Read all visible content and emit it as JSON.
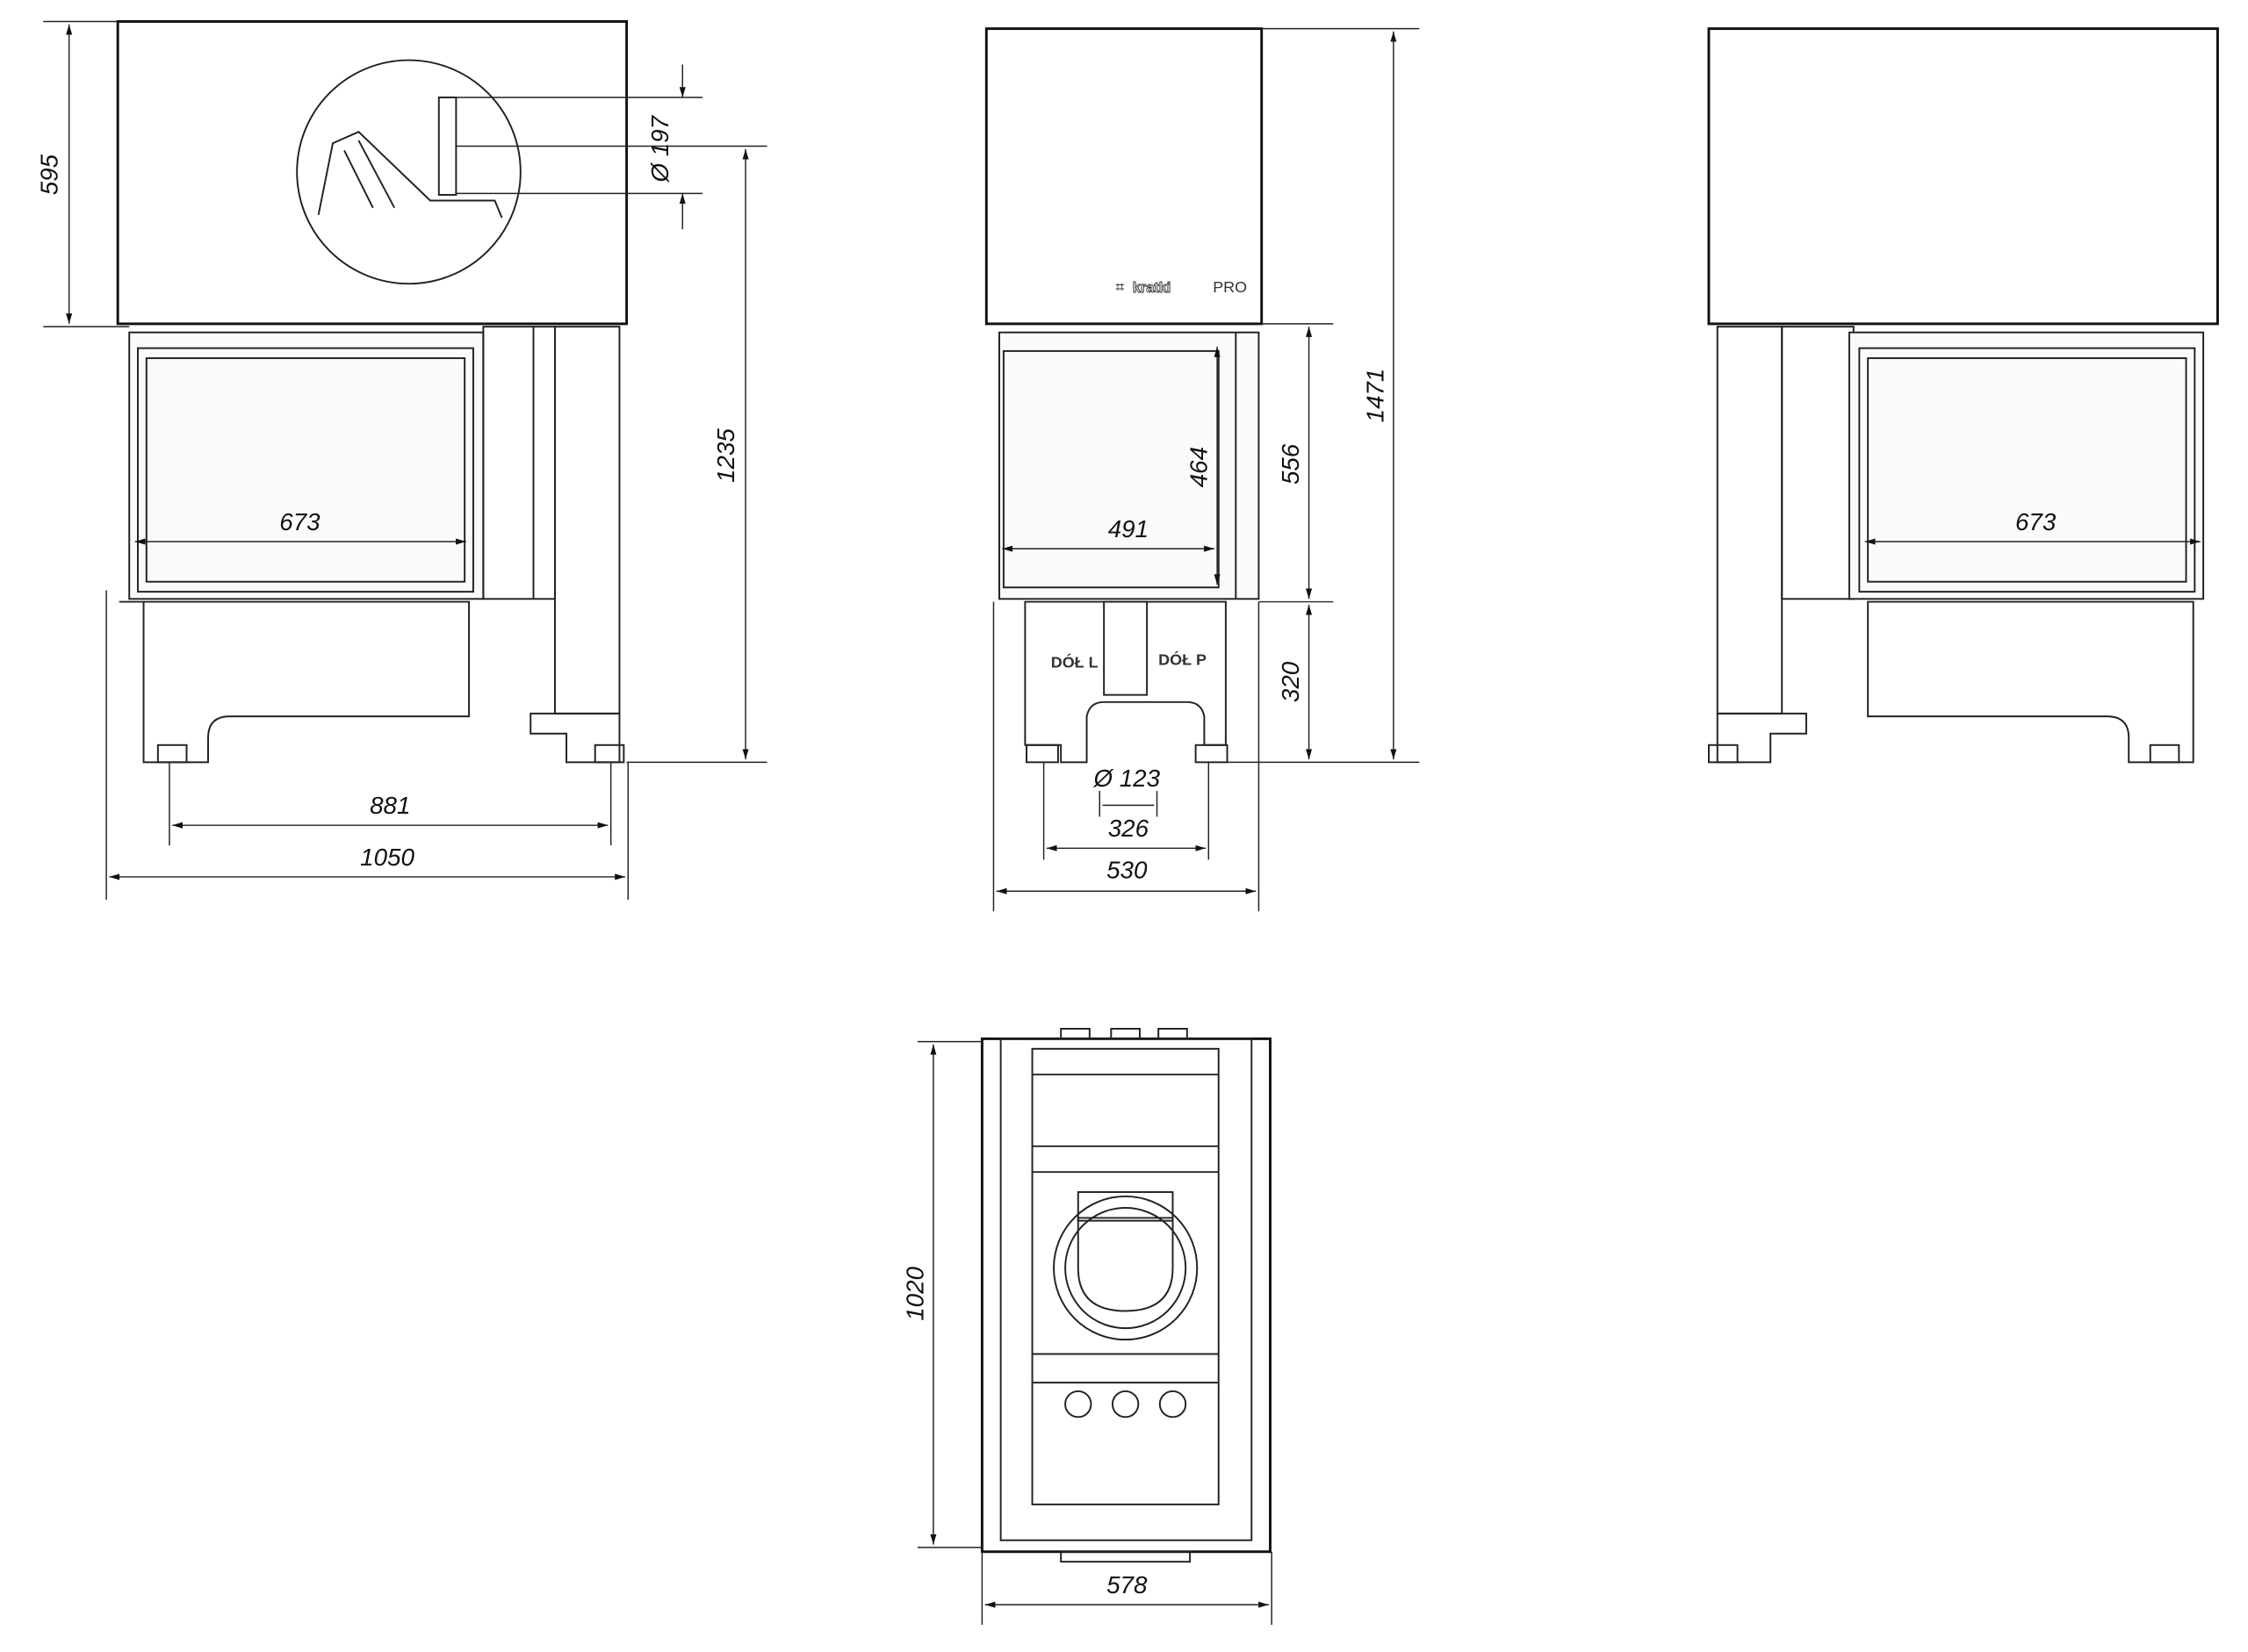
{
  "drawing": {
    "brand_logo": {
      "name": "kratki",
      "suffix": "PRO"
    },
    "front_left_view": {
      "dimensions": {
        "hood_height": "595",
        "flue_diameter": "Ø 197",
        "body_height": "1235",
        "glass_width": "673",
        "legs_width": "881",
        "total_width": "1050"
      }
    },
    "front_view": {
      "dimensions": {
        "glass_height": "464",
        "glass_width": "491",
        "door_height": "556",
        "base_height": "320",
        "total_height": "1471",
        "air_inlet_diameter": "Ø 123",
        "inlet_spacing": "326",
        "total_width": "530"
      },
      "labels": {
        "bottom_left": "DÓŁ L",
        "bottom_right": "DÓŁ P"
      }
    },
    "front_right_view": {
      "dimensions": {
        "glass_width": "673"
      }
    },
    "top_view": {
      "dimensions": {
        "depth": "1020",
        "width": "578"
      }
    }
  }
}
